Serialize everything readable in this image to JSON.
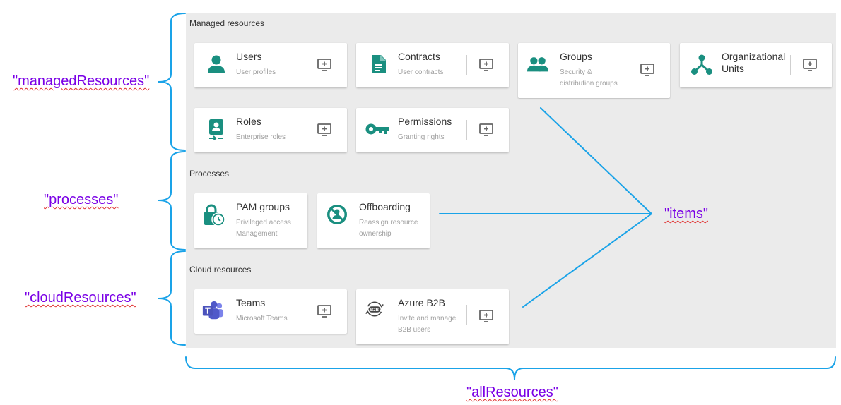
{
  "sections": {
    "managed": "Managed resources",
    "processes": "Processes",
    "cloud": "Cloud resources"
  },
  "cards": {
    "users": {
      "title": "Users",
      "subtitle": "User profiles",
      "icon": "user-icon"
    },
    "contracts": {
      "title": "Contracts",
      "subtitle": "User contracts",
      "icon": "document-icon"
    },
    "groups": {
      "title": "Groups",
      "subtitle": "Security &\ndistribution groups",
      "icon": "group-icon"
    },
    "org_units": {
      "title": "Organizational\nUnits",
      "subtitle": "",
      "icon": "hierarchy-icon"
    },
    "roles": {
      "title": "Roles",
      "subtitle": "Enterprise roles",
      "icon": "badge-icon"
    },
    "permissions": {
      "title": "Permissions",
      "subtitle": "Granting rights",
      "icon": "key-icon"
    },
    "pam_groups": {
      "title": "PAM groups",
      "subtitle": "Privileged access\nManagement",
      "icon": "lock-clock-icon"
    },
    "offboarding": {
      "title": "Offboarding",
      "subtitle": "Reassign resource\nownership",
      "icon": "offboarding-icon"
    },
    "teams": {
      "title": "Teams",
      "subtitle": "Microsoft Teams",
      "icon": "teams-icon"
    },
    "azure_b2b": {
      "title": "Azure B2B",
      "subtitle": "Invite and manage\nB2B users",
      "icon": "b2b-icon"
    }
  },
  "annotations": {
    "managed_resources": "\"managedResources\"",
    "processes": "\"processes\"",
    "cloud_resources": "\"cloudResources\"",
    "items": "\"items\"",
    "all_resources": "\"allResources\""
  },
  "colors": {
    "brand_teal": "#1a8f80",
    "annotation_text": "#7a00e6",
    "bracket_line": "#1aa3e8",
    "panel_background": "#ebebeb",
    "add_icon": "#666666"
  },
  "add_icon": "add-to-screen-icon"
}
